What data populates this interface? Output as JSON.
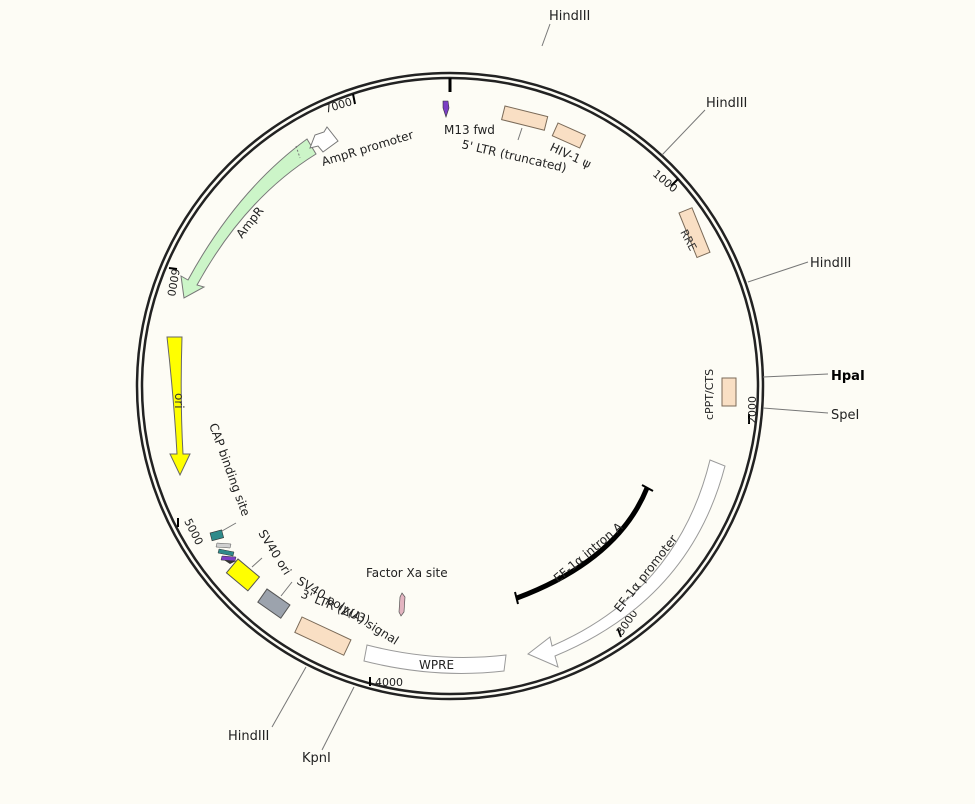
{
  "sites": {
    "hindiii_top": "HindIII",
    "hindiii_1": "HindIII",
    "hindiii_2": "HindIII",
    "hpai": "HpaI",
    "spei": "SpeI",
    "hindiii_bottom": "HindIII",
    "kpni": "KpnI"
  },
  "ticks": {
    "t1000": "1000",
    "t2000": "2000",
    "t3000": "3000",
    "t4000": "4000",
    "t5000": "5000",
    "t6000": "6000",
    "t7000": "7000"
  },
  "features": {
    "m13fwd": "M13 fwd",
    "ltr5": "5' LTR (truncated)",
    "hiv1psi": "HIV-1 ψ",
    "rre": "RRE",
    "cppt": "cPPT/CTS",
    "ef1a_intron": "EF-1α intron A",
    "ef1a_promoter": "EF-1α promoter",
    "factorxa": "Factor Xa site",
    "wpre": "WPRE",
    "ltr3": "3' LTR (ΔU3)",
    "sv40_polya": "SV40 poly(A) signal",
    "sv40_ori": "SV40 ori",
    "cap": "CAP binding site",
    "ori": "ori",
    "ampr": "AmpR",
    "ampr_promoter": "AmpR promoter"
  },
  "colors": {
    "background": "#fdfcf5",
    "ltr": "#f9dfc4",
    "ampr": "#ccf5c8",
    "ori": "#ffff00",
    "sv40_polya": "#9ca3ad",
    "m13": "#7b3fc4",
    "cap": "#2f8a8a"
  }
}
